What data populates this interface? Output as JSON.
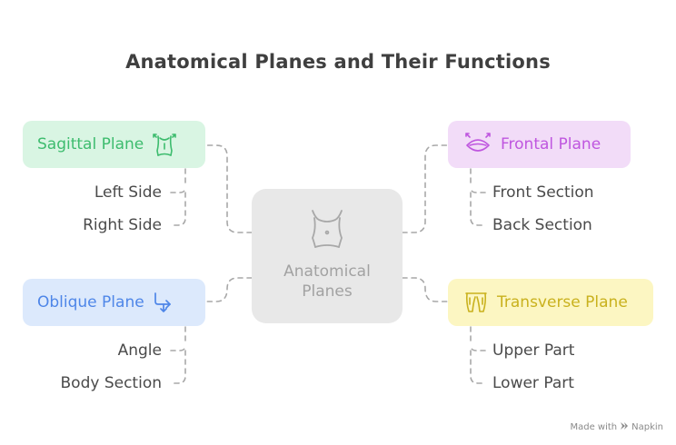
{
  "title": "Anatomical Planes and Their Functions",
  "center": {
    "label_line1": "Anatomical",
    "label_line2": "Planes",
    "icon": "torso-icon"
  },
  "branches": {
    "sagittal": {
      "label": "Sagittal Plane",
      "icon": "torso-arrows-icon",
      "color": "#3dbc6e",
      "bg": "#d9f5e3",
      "leaves": [
        "Left Side",
        "Right Side"
      ]
    },
    "oblique": {
      "label": "Oblique Plane",
      "icon": "turn-down-arrow-icon",
      "color": "#4e86e8",
      "bg": "#dce9fc",
      "leaves": [
        "Angle",
        "Body Section"
      ]
    },
    "frontal": {
      "label": "Frontal Plane",
      "icon": "lips-arrows-icon",
      "color": "#bf56df",
      "bg": "#f2dcf8",
      "leaves": [
        "Front Section",
        "Back Section"
      ]
    },
    "transverse": {
      "label": "Transverse Plane",
      "icon": "legs-icon",
      "color": "#c9b11d",
      "bg": "#fcf6c2",
      "leaves": [
        "Upper Part",
        "Lower Part"
      ]
    }
  },
  "watermark": {
    "prefix": "Made with",
    "brand": "Napkin"
  }
}
